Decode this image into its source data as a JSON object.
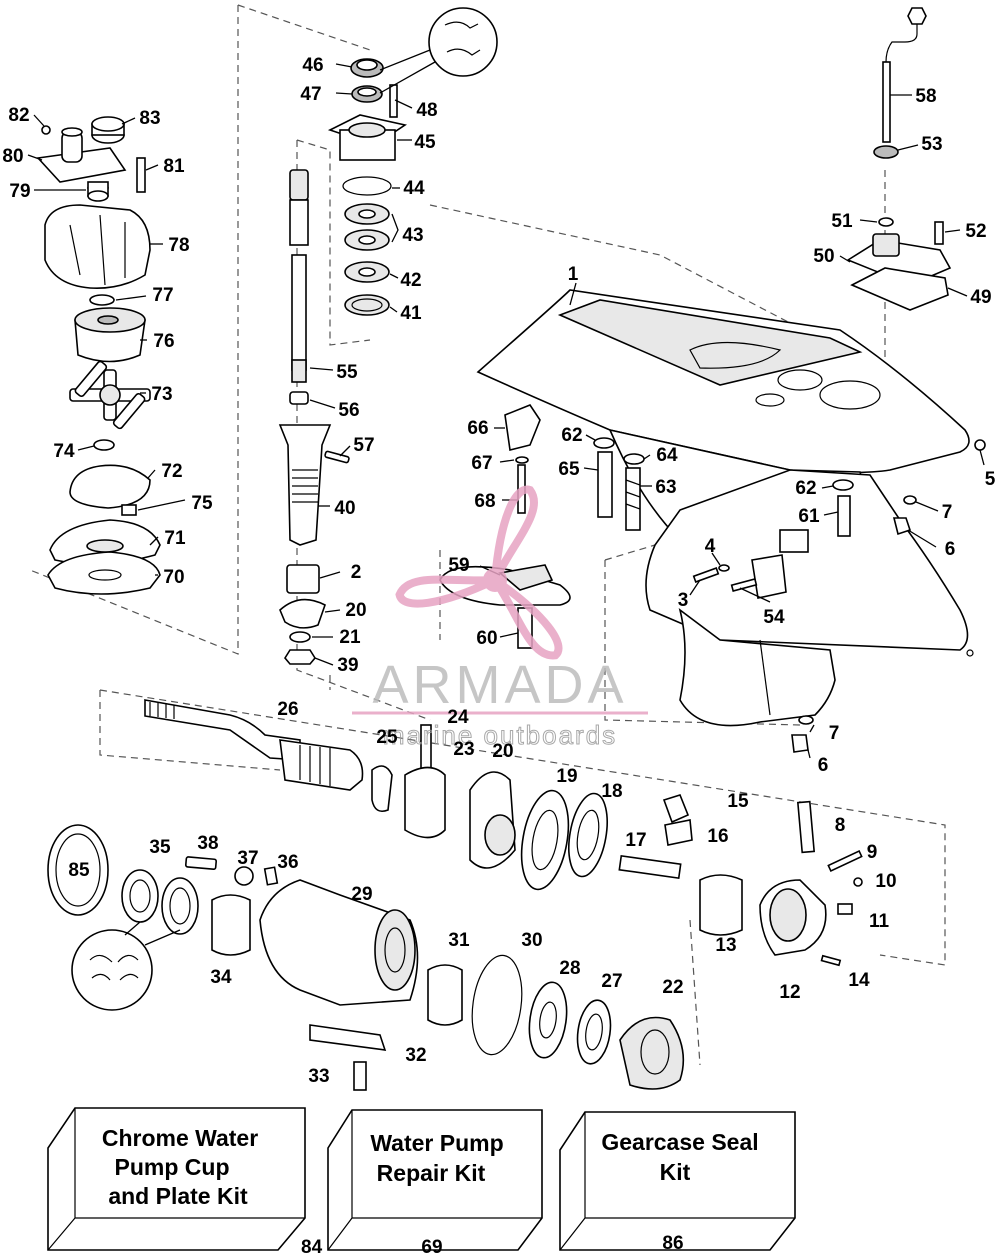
{
  "callouts": [
    "1",
    "2",
    "3",
    "4",
    "5",
    "6",
    "6",
    "7",
    "7",
    "8",
    "9",
    "10",
    "11",
    "12",
    "13",
    "14",
    "15",
    "16",
    "17",
    "18",
    "19",
    "20",
    "20",
    "21",
    "22",
    "23",
    "24",
    "25",
    "26",
    "27",
    "28",
    "29",
    "30",
    "31",
    "32",
    "33",
    "34",
    "35",
    "36",
    "37",
    "38",
    "39",
    "40",
    "41",
    "42",
    "43",
    "44",
    "45",
    "46",
    "47",
    "48",
    "49",
    "50",
    "51",
    "52",
    "53",
    "54",
    "55",
    "56",
    "57",
    "58",
    "59",
    "60",
    "61",
    "62",
    "62",
    "63",
    "64",
    "65",
    "66",
    "67",
    "68",
    "70",
    "71",
    "72",
    "73",
    "74",
    "75",
    "76",
    "77",
    "78",
    "79",
    "80",
    "81",
    "82",
    "83",
    "85"
  ],
  "kits": [
    {
      "line1": "Chrome Water",
      "line2": "Pump Cup",
      "line3": "and Plate Kit",
      "number": "84"
    },
    {
      "line1": "Water Pump",
      "line2": "Repair Kit",
      "line3": "",
      "number": "69"
    },
    {
      "line1": "Gearcase Seal",
      "line2": "Kit",
      "line3": "",
      "number": "86"
    }
  ],
  "watermark": {
    "title": "ARMADA",
    "subtitle": "marine outboards"
  },
  "colors": {
    "logo_pink": "#e7a3c3",
    "line": "#000000",
    "dash": "#555555"
  }
}
